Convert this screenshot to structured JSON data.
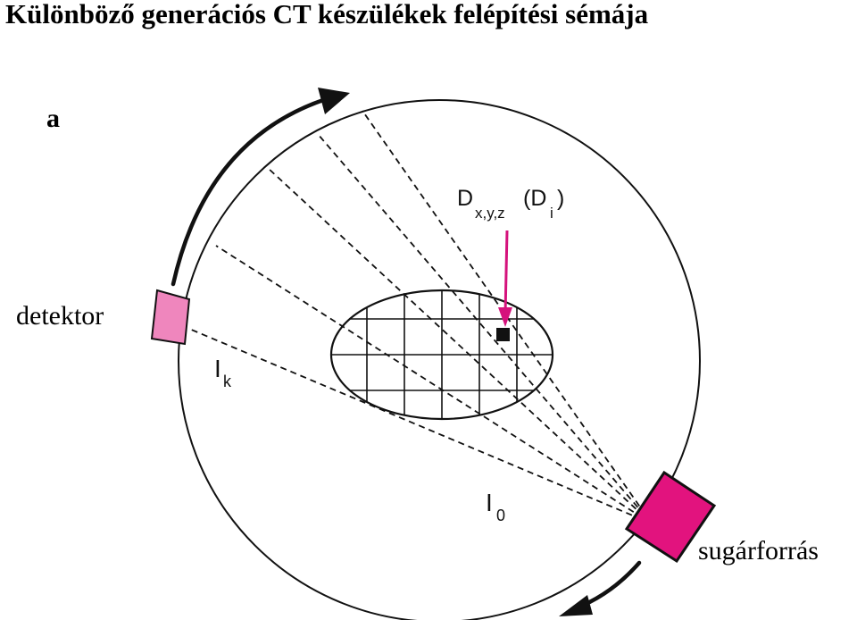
{
  "title": "Különböző generációs CT készülékek felépítési sémája",
  "panel_label": "a",
  "labels": {
    "detector": "detektor",
    "source": "sugárforrás",
    "voxel_main": "D",
    "voxel_sub": "x,y,z",
    "voxel_alt_open": "(D",
    "voxel_alt_sub": "i",
    "voxel_alt_close": ")",
    "ik_main": "I",
    "ik_sub": "k",
    "i0_main": "I",
    "i0_sub": "0"
  },
  "colors": {
    "detector_fill": "#ef86bd",
    "source_fill": "#e2137e",
    "arrow_magenta": "#d5127c",
    "ink": "#111111"
  },
  "icons": {
    "rotation_top": "curved-arrow-clockwise-icon",
    "rotation_bottom": "curved-arrow-icon"
  }
}
